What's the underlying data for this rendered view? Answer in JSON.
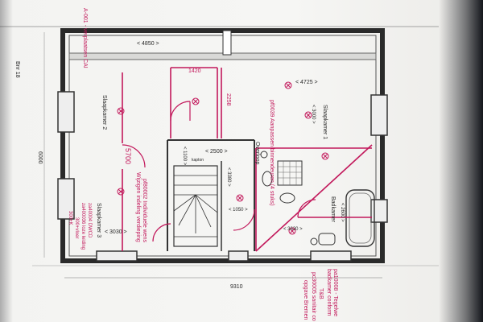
{
  "labels": {
    "top_note": "A-001 - verplaatsen CAI",
    "side_left": "Bnr 18",
    "side_dim": "6000",
    "dim_top": "< 4850 >",
    "dim_1420": "1420",
    "dim_4725": "< 4725 >",
    "dim_2258": "2258",
    "dim_2500": "< 2500 >",
    "dim_1100": "< 1100 >",
    "dim_5700": "5700",
    "dim_3000": "< 3000 >",
    "dim_3030": "< 3030 >",
    "dim_1050": "< 1050 >",
    "dim_3380": "< 3380 >",
    "dim_3630": "< 3630 >",
    "dim_2600": "< 2600 >",
    "dim_9310": "9310",
    "room_slaapkamer2": "Slaapkamer 2",
    "room_slaapkamer1": "Slaapkamer 1",
    "room_slaapkamer3": "Slaapkamer 3",
    "room_overloop": "Overloop",
    "room_badkamer": "Badkamer",
    "note_aanpassen": "pf0039 Aanpassen binnendeuren (4 stuks)",
    "note_wvcd": "za40004 DWCD",
    "note_loze": "za400036 loze leiding",
    "note_300": "300+vloer",
    "note_300k": "300+K",
    "note_indiv": "pf80002 Individuele wens",
    "note_wijzig": "Wijzigen indeling verdieping",
    "note_kapton": "kapton",
    "note_tbd_right1": "pa10008 - Tegelwe",
    "note_tbd_right2": "badkamer conform",
    "note_tbd_right3": "T&B",
    "note_tbd_right4": "pc30005 sanitair co",
    "note_tbd_right5": "opgave Bremen"
  },
  "colors": {
    "wall": "#2a2a2a",
    "markup": "#c2185b"
  }
}
